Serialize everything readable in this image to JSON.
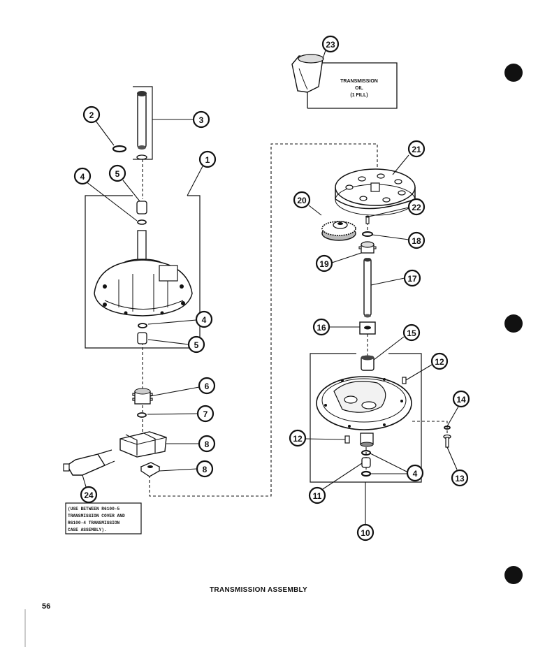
{
  "title": "TRANSMISSION ASSEMBLY",
  "page_number": "56",
  "oil_box": {
    "line1": "TRANSMISSION",
    "line2": "OIL",
    "line3": "(1 FILL)"
  },
  "note_box": {
    "lines": [
      "(USE BETWEEN R6100-5",
      "TRANSMISSION COVER AND",
      "R6100-4 TRANSMISSION",
      "CASE ASSEMBLY)."
    ]
  },
  "labels": {
    "l1": "1",
    "l2": "2",
    "l3": "3",
    "l4a": "4",
    "l5a": "5",
    "l4b": "4",
    "l5b": "5",
    "l6": "6",
    "l7": "7",
    "l8a": "8",
    "l8b": "8",
    "l24": "24",
    "l23": "23",
    "l21": "21",
    "l20": "20",
    "l22": "22",
    "l18": "18",
    "l19": "19",
    "l17": "17",
    "l16": "16",
    "l15": "15",
    "l12a": "12",
    "l14": "14",
    "l12b": "12",
    "l13": "13",
    "l4c": "4",
    "l11": "11",
    "l10": "10"
  }
}
